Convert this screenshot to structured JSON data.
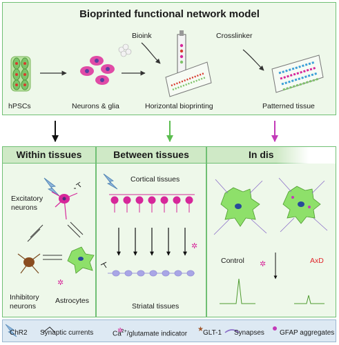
{
  "title": "Bioprinted functional network model",
  "pipeline": {
    "hpscs": "hPSCs",
    "neurons_glia": "Neurons & glia",
    "bioink": "Bioink",
    "horizontal_bioprinting": "Horizontal bioprinting",
    "crosslinker": "Crosslinker",
    "patterned_tissue": "Patterned tissue"
  },
  "columns": {
    "within": {
      "header": "Within tissues",
      "excitatory": "Excitatory\nneurons",
      "inhibitory": "Inhibitory\nneurons",
      "astrocytes": "Astrocytes"
    },
    "between": {
      "header": "Between tissues",
      "cortical": "Cortical tissues",
      "striatal": "Striatal tissues"
    },
    "disease": {
      "header": "In dis",
      "control": "Control",
      "axd": "AxD"
    }
  },
  "legend": {
    "chr2": "ChR2",
    "synaptic_currents": "Synaptic currents",
    "ca_indicator_prefix": "Ca",
    "ca_indicator_sup": "2+",
    "ca_indicator_suffix": "/glutamate indicator",
    "glt1": "GLT-1",
    "synapses": "Synapses",
    "gfap": "GFAP aggregates"
  },
  "colors": {
    "panel_bg": "#eef8ea",
    "panel_border": "#6fbf73",
    "header_bg": "#cfe9c6",
    "legend_bg": "#dde9f3",
    "arrow_left": "#111111",
    "arrow_middle": "#5bbd4f",
    "arrow_right": "#c23ab8",
    "excitatory_neuron": "#d6279a",
    "striatal_neuron": "#a9a6e6",
    "astrocyte": "#8ee06a",
    "axd_label": "#e0242a"
  }
}
